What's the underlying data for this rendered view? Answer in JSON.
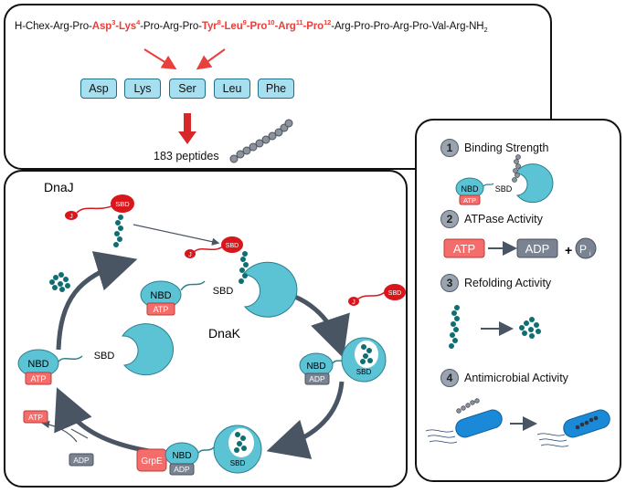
{
  "sequence": [
    {
      "t": "H-Chex-Arg-Pro-"
    },
    {
      "t": "Asp",
      "hl": true
    },
    {
      "sup": "3",
      "hl": true
    },
    {
      "t": "-",
      "hl": true
    },
    {
      "t": "Lys",
      "hl": true
    },
    {
      "sup": "4",
      "hl": true
    },
    {
      "t": "-Pro-Arg-Pro-"
    },
    {
      "t": "Tyr",
      "hl": true
    },
    {
      "sup": "8",
      "hl": true
    },
    {
      "t": "-",
      "hl": true
    },
    {
      "t": "Leu",
      "hl": true
    },
    {
      "sup": "9",
      "hl": true
    },
    {
      "t": "-",
      "hl": true
    },
    {
      "t": "Pro",
      "hl": true
    },
    {
      "sup": "10",
      "hl": true
    },
    {
      "t": "-",
      "hl": true
    },
    {
      "t": "Arg",
      "hl": true
    },
    {
      "sup": "11",
      "hl": true
    },
    {
      "t": "-",
      "hl": true
    },
    {
      "t": "Pro",
      "hl": true
    },
    {
      "sup": "12",
      "hl": true
    },
    {
      "t": "-Arg-Pro-Pro-Arg-Pro-Val-Arg-NH"
    },
    {
      "sub": "2"
    }
  ],
  "amino_acids": [
    "Asp",
    "Lys",
    "Ser",
    "Leu",
    "Phe"
  ],
  "peptides_label": "183 peptides",
  "cycle": {
    "dnaj": "DnaJ",
    "dnak": "DnaK",
    "j": "J",
    "sbd": "SBD",
    "nbd": "NBD",
    "atp": "ATP",
    "adp": "ADP",
    "grpe": "GrpE"
  },
  "properties": [
    {
      "num": "1",
      "label": "Binding Strength"
    },
    {
      "num": "2",
      "label": "ATPase Activity"
    },
    {
      "num": "3",
      "label": "Refolding Activity"
    },
    {
      "num": "4",
      "label": "Antimicrobial Activity"
    }
  ],
  "atpase": {
    "atp": "ATP",
    "adp": "ADP",
    "plus": "+",
    "pi": "P",
    "pi_sub": "i"
  },
  "colors": {
    "highlight": "#e8403c",
    "aa_fill": "#a6dff0",
    "domain_fill": "#5cc3d4",
    "atp_fill": "#f46d6a",
    "adp_fill": "#7a8391",
    "dnaj_fill": "#d9161b",
    "peptide": "#0e6f73",
    "bacterium": "#1a8ad8",
    "arrow": "#4a5563"
  }
}
